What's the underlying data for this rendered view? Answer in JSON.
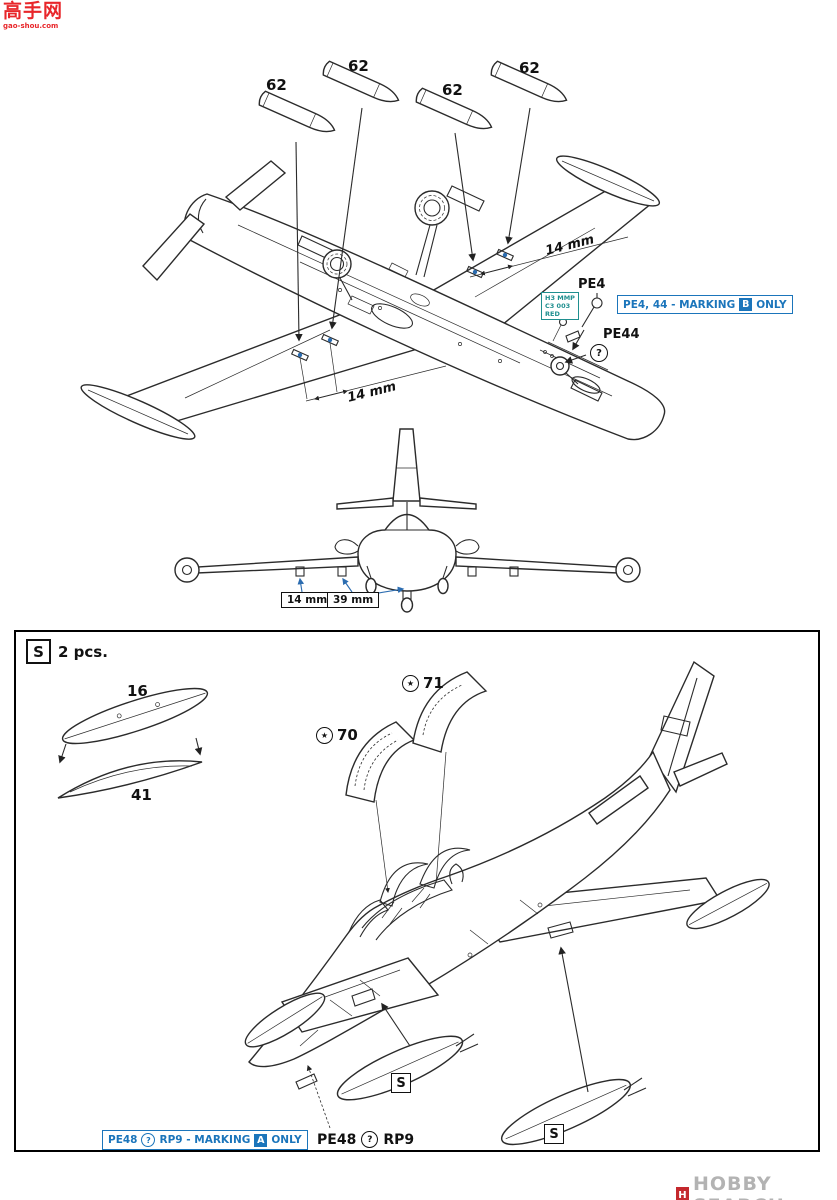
{
  "colors": {
    "accent_blue": "#1b75bb",
    "dim_blue": "#2b6cb0",
    "teal": "#1f8f8f",
    "logo_red": "#e8262a",
    "hobby_gray": "#b3b3b3",
    "hobby_red": "#c4282d"
  },
  "watermarks": {
    "logo_main": "高手网",
    "logo_sub": "gao-shou.com",
    "hobby_initial": "H",
    "hobby_search": "HOBBY SEARCH"
  },
  "top_view": {
    "pod_labels": [
      "62",
      "62",
      "62",
      "62"
    ],
    "dim_right": "14 mm",
    "dim_left": "14 mm",
    "pe4": "PE4",
    "pe44": "PE44",
    "optional_mark": "?",
    "paint_note": [
      "H3 MMP",
      "C3 003",
      "RED"
    ],
    "marking_note": {
      "text": "PE4, 44 - MARKING",
      "letter": "B",
      "only": "ONLY"
    }
  },
  "front_view": {
    "dim1": "14 mm",
    "dim2": "39 mm"
  },
  "step_s": {
    "tag": "S",
    "count": "2 pcs.",
    "part16": "16",
    "part41": "41",
    "star": "★",
    "part70": "70",
    "part71": "71",
    "tank_tag1": "S",
    "tank_tag2": "S",
    "marking_note": {
      "pe": "PE48",
      "q": "?",
      "mid": "RP9 - MARKING",
      "letter": "A",
      "only": "ONLY"
    },
    "pe48_note": {
      "pe": "PE48",
      "q": "?",
      "rp": "RP9"
    }
  }
}
